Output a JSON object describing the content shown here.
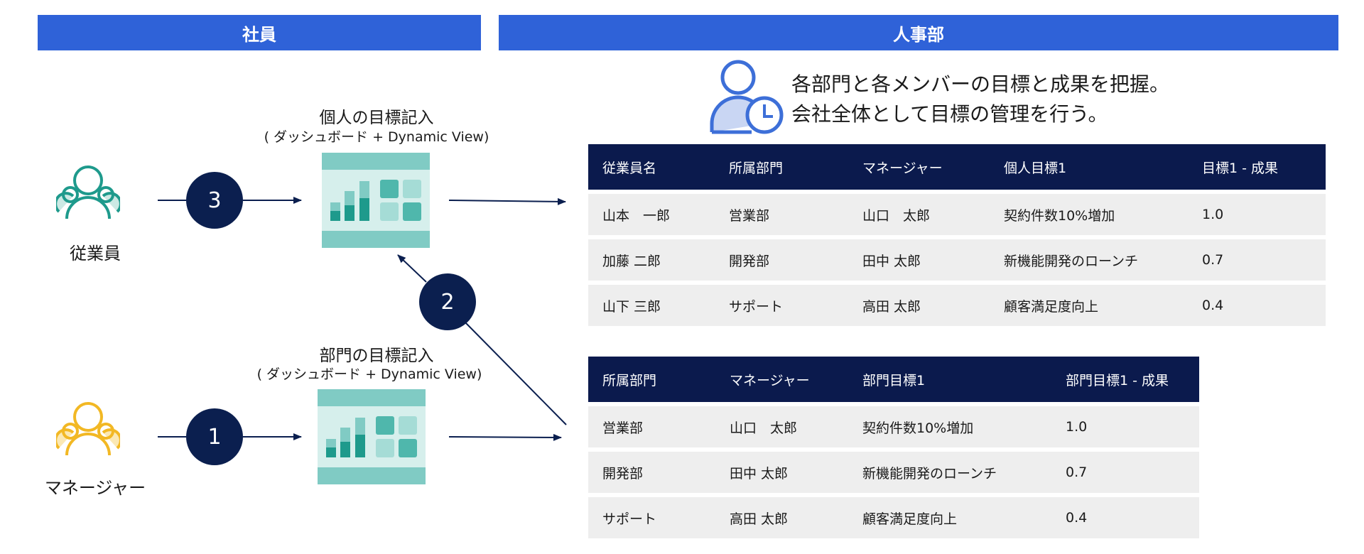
{
  "banners": {
    "left": "社員",
    "right": "人事部"
  },
  "individual_dashboard": {
    "title": "個人の目標記入",
    "subtitle": "( ダッシュボード + Dynamic View)"
  },
  "department_dashboard": {
    "title": "部門の目標記入",
    "subtitle": "( ダッシュボード + Dynamic View)"
  },
  "actors": {
    "employee": "従業員",
    "manager": "マネージャー"
  },
  "steps": {
    "one": "1",
    "two": "2",
    "three": "3"
  },
  "hr_description": {
    "line1": "各部門と各メンバーの目標と成果を把握。",
    "line2": "会社全体として目標の管理を行う。"
  },
  "employee_table": {
    "headers": [
      "従業員名",
      "所属部門",
      "マネージャー",
      "個人目標1",
      "目標1 - 成果"
    ],
    "rows": [
      [
        "山本　一郎",
        "営業部",
        "山口　太郎",
        "契約件数10%増加",
        "1.0"
      ],
      [
        "加藤 二郎",
        "開発部",
        "田中 太郎",
        "新機能開発のローンチ",
        "0.7"
      ],
      [
        "山下 三郎",
        "サポート",
        "高田 太郎",
        "顧客満足度向上",
        "0.4"
      ]
    ]
  },
  "department_table": {
    "headers": [
      "所属部門",
      "マネージャー",
      "部門目標1",
      "部門目標1 - 成果"
    ],
    "rows": [
      [
        "営業部",
        "山口　太郎",
        "契約件数10%増加",
        "1.0"
      ],
      [
        "開発部",
        "田中 太郎",
        "新機能開発のローンチ",
        "0.7"
      ],
      [
        "サポート",
        "高田 太郎",
        "顧客満足度向上",
        "0.4"
      ]
    ]
  },
  "colors": {
    "banner": "#2f62d8",
    "header_navy": "#0b1a4d",
    "step_navy": "#0b1f4f",
    "employee_icon": "#1e9a8c",
    "manager_icon": "#f2b824",
    "hr_icon": "#3d6fd8",
    "dashboard_teal": "#80cbc4"
  }
}
